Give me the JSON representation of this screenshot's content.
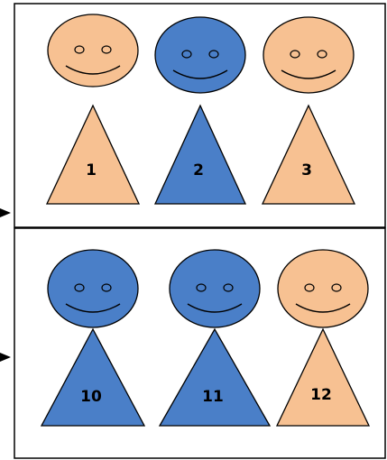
{
  "colors": {
    "peach": "#f7c192",
    "blue": "#4a7fc8",
    "outline": "#000000",
    "background": "#ffffff"
  },
  "panels": [
    {
      "figures": [
        {
          "label": "1",
          "color": "peach"
        },
        {
          "label": "2",
          "color": "blue"
        },
        {
          "label": "3",
          "color": "peach"
        }
      ]
    },
    {
      "figures": [
        {
          "label": "10",
          "color": "blue"
        },
        {
          "label": "11",
          "color": "blue"
        },
        {
          "label": "12",
          "color": "peach"
        }
      ]
    }
  ]
}
